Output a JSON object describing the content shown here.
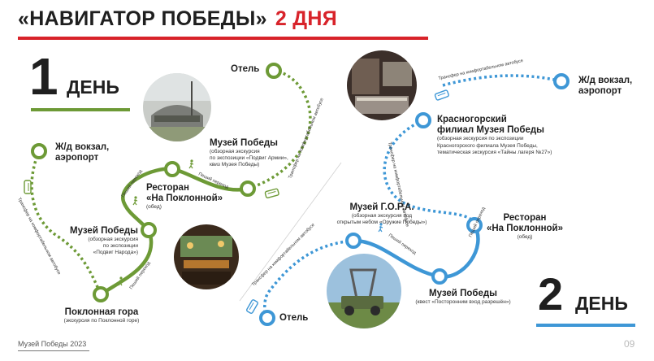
{
  "title": {
    "main": "«НАВИГАТОР ПОБЕДЫ»",
    "accent": "2 ДНЯ"
  },
  "colors": {
    "red": "#d8232a",
    "green": "#6d9a36",
    "blue": "#3e97d6",
    "dark": "#1f1f1f"
  },
  "day1": {
    "num": "1",
    "word": "ДЕНЬ",
    "stops": {
      "railway": {
        "label": "Ж/д вокзал,\nаэропорт"
      },
      "poklonnaya": {
        "label": "Поклонная гора",
        "sub": "(экскурсия по Поклонной горе)"
      },
      "museum1": {
        "label": "Музей Победы",
        "sub": "(обзорная экскурсия\nпо экспозиции\n«Подвиг Народа»)"
      },
      "restaurant": {
        "label": "Ресторан\n«На Поклонной»",
        "sub": "(обед)"
      },
      "museum2": {
        "label": "Музей Победы",
        "sub": "(обзорная экскурсия\nпо экспозиции «Подвиг Армии»,\nквиз Музея Победы)"
      },
      "hotel": {
        "label": "Отель"
      }
    },
    "captions": {
      "transfer1": "Трансфер на комфортабельном автобусе",
      "walk1": "Пеший переход",
      "walk2": "Пеший переход",
      "walk3": "Пеший переход",
      "transfer2": "Трансфер на комфортабельном автобусе"
    }
  },
  "day2": {
    "num": "2",
    "word": "ДЕНЬ",
    "stops": {
      "railway": {
        "label": "Ж/д вокзал,\nаэропорт"
      },
      "krasnogorsk": {
        "label": "Красногорский\nфилиал Музея Победы",
        "sub": "(обзорная экскурсия по экспозиции\nКрасногорского филиала Музея Победы,\nтематическая экскурсия «Тайны лагеря №27»)"
      },
      "restaurant": {
        "label": "Ресторан\n«На Поклонной»",
        "sub": "(обед)"
      },
      "gora": {
        "label": "Музей Г.О.Р.А.",
        "sub": "(обзорная экскурсия под\nоткрытым небом «Оружие Победы»)"
      },
      "museum": {
        "label": "Музей Победы",
        "sub": "(квест «Посторонним вход разрешён»)"
      },
      "hotel": {
        "label": "Отель"
      }
    },
    "captions": {
      "transfer1": "Трансфер на комфортабельном автобусе",
      "transfer2": "Трансфер на комфортабельном автобусе",
      "walk1": "Пеший переход",
      "walk2": "Пеший переход",
      "transfer3": "Трансфер на комфортабельном автобусе"
    }
  },
  "footer": {
    "text": "Музей Победы 2023",
    "page": "09"
  }
}
